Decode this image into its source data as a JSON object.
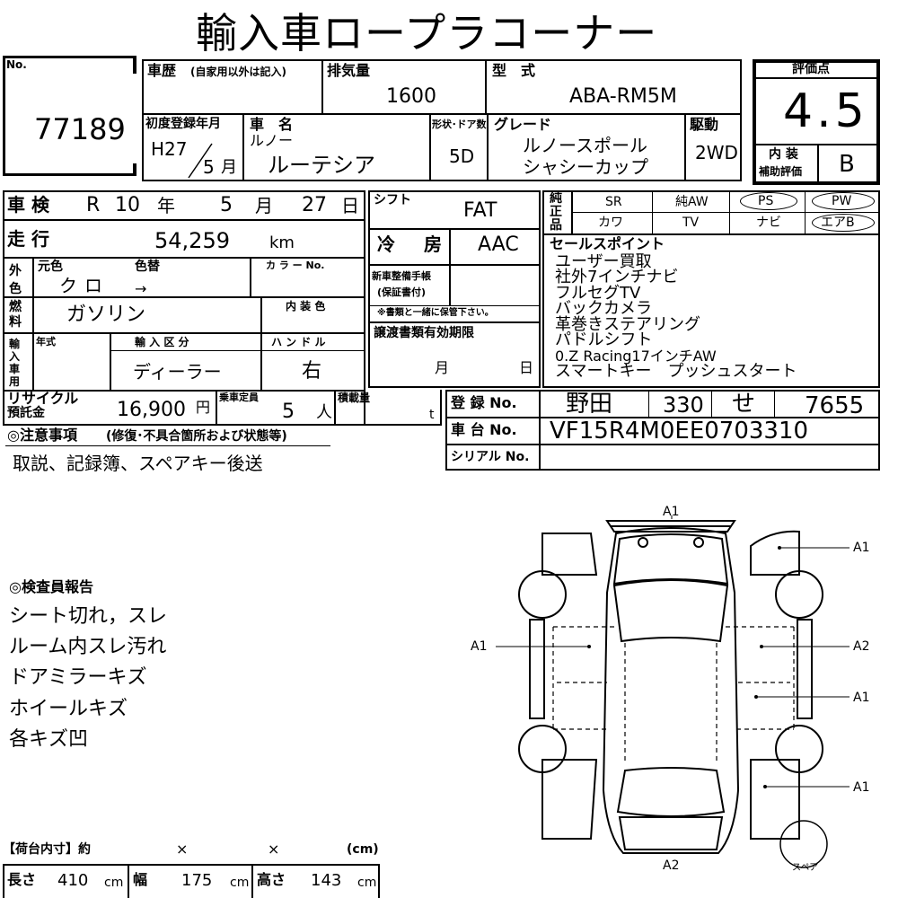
{
  "title": "輸入車ロープラコーナー",
  "lot": {
    "label": "No.",
    "number": "77189"
  },
  "history": {
    "label": "車歴",
    "note": "(自家用以外は記入)"
  },
  "displacement": {
    "label": "排気量",
    "value": "1600"
  },
  "model": {
    "label": "型　式",
    "value": "ABA-RM5M"
  },
  "score": {
    "label": "評価点",
    "value": "4.5",
    "interior_label_1": "内 装",
    "interior_label_2": "補助評価",
    "interior_value": "B"
  },
  "first_reg": {
    "label": "初度登録年月",
    "era_year": "H27",
    "month": "5",
    "month_unit": "月"
  },
  "car_name": {
    "label": "車　名",
    "maker": "ルノー",
    "name": "ルーテシア"
  },
  "doors": {
    "label": "形状･ドア数",
    "value": "5D"
  },
  "grade": {
    "label": "グレード",
    "line1": "ルノースポール",
    "line2": "シャシーカップ"
  },
  "drive": {
    "label": "駆動",
    "value": "2WD"
  },
  "inspection": {
    "label": "車 検",
    "era": "R",
    "year": "10",
    "year_unit": "年",
    "month": "5",
    "month_unit": "月",
    "day": "27",
    "day_unit": "日"
  },
  "shift": {
    "label": "シフト",
    "value": "FAT"
  },
  "equipment": {
    "label": "純正品",
    "row1": [
      "SR",
      "純AW",
      "PS",
      "PW"
    ],
    "row2": [
      "カワ",
      "TV",
      "ナビ",
      "エアB"
    ]
  },
  "mileage": {
    "label": "走 行",
    "value": "54,259",
    "unit": "km"
  },
  "ac": {
    "label": "冷　房",
    "value": "AAC"
  },
  "sales_points": {
    "label": "セールスポイント",
    "items": [
      "ユーザー買取",
      "社外7インチナビ",
      "フルセグTV",
      "バックカメラ",
      "革巻きステアリング",
      "パドルシフト",
      "0.Z Racing17インチAW",
      "スマートキー　プッシュスタート"
    ]
  },
  "color": {
    "label": "外色",
    "orig_label": "元色",
    "change_label": "色替",
    "orig_value": "クロ",
    "change_value": "→",
    "code_label": "カ ラ ー No."
  },
  "service_book": {
    "label_1": "新車整備手帳",
    "label_2": "(保証書付)",
    "note": "※書類と一緒に保管下さい。"
  },
  "fuel": {
    "label": "燃料",
    "value": "ガソリン",
    "interior_color_label": "内 装 色"
  },
  "import": {
    "label": "輸入車用",
    "year_label": "年式",
    "type_label": "輸 入 区 分",
    "type_value": "ディーラー",
    "handle_label": "ハ ン ド ル",
    "handle_value": "右"
  },
  "transfer": {
    "label": "譲渡書類有効期限",
    "month_unit": "月",
    "day_unit": "日"
  },
  "recycle": {
    "label_1": "リサイクル",
    "label_2": "預託金",
    "value": "16,900",
    "unit": "円"
  },
  "capacity": {
    "label": "乗車定員",
    "value": "5",
    "unit": "人"
  },
  "load": {
    "label": "積載量",
    "unit": "t"
  },
  "registration": {
    "label": "登 録 No.",
    "place": "野田",
    "class": "330",
    "kana": "せ",
    "number": "7655"
  },
  "chassis": {
    "label": "車 台 No.",
    "value": "VF15R4M0EE0703310"
  },
  "serial": {
    "label": "シリアル No."
  },
  "notes": {
    "label": "◎注意事項",
    "sub": "(修復･不具合箇所および状態等)",
    "text": "取説、記録簿、スペアキー後送"
  },
  "inspector": {
    "label": "◎検査員報告",
    "items": [
      "シート切れ，スレ",
      "ルーム内スレ汚れ",
      "ドアミラーキズ",
      "ホイールキズ",
      "各キズ凹"
    ]
  },
  "diagram": {
    "front": "A1",
    "rear": "A2",
    "left_door": "A1",
    "right_front": "A1",
    "right_door1": "A2",
    "right_door2": "A1",
    "right_rear": "A1",
    "spare": "スペア"
  },
  "cargo": {
    "label": "【荷台内寸】約",
    "x1": "×",
    "x2": "×",
    "unit": "(cm)"
  },
  "dims": {
    "length_label": "長さ",
    "length": "410",
    "width_label": "幅",
    "width": "175",
    "height_label": "高さ",
    "height": "143",
    "unit": "cm"
  }
}
